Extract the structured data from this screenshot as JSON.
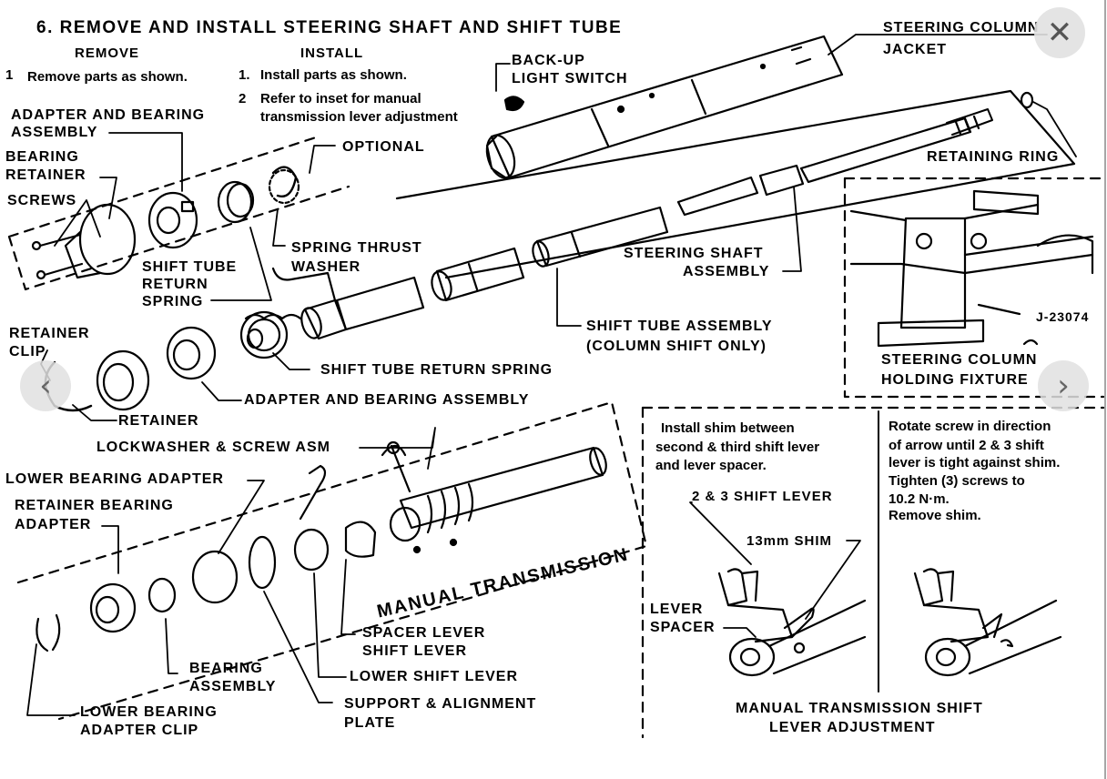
{
  "title": "6.  REMOVE AND INSTALL STEERING SHAFT AND SHIFT TUBE",
  "remove": {
    "heading": "REMOVE",
    "step1_num": "1",
    "step1": "Remove parts as shown."
  },
  "install": {
    "heading": "INSTALL",
    "step1_num": "1.",
    "step1": "Install parts as shown.",
    "step2_num": "2",
    "step2_line1": "Refer to inset for manual",
    "step2_line2": "transmission lever adjustment"
  },
  "labels": {
    "steering_column_jacket_1": "STEERING COLUMN",
    "steering_column_jacket_2": "JACKET",
    "back_up_switch_1": "BACK-UP",
    "back_up_switch_2": "LIGHT SWITCH",
    "retaining_ring": "RETAINING RING",
    "adapter_bearing_1": "ADAPTER AND BEARING",
    "adapter_bearing_2": "ASSEMBLY",
    "bearing_retainer_1": "BEARING",
    "bearing_retainer_2": "RETAINER",
    "screws": "SCREWS",
    "optional": "OPTIONAL",
    "spring_thrust_1": "SPRING THRUST",
    "spring_thrust_2": "WASHER",
    "shift_tube_return_1": "SHIFT TUBE",
    "shift_tube_return_2": "RETURN",
    "shift_tube_return_3": "SPRING",
    "steering_shaft_1": "STEERING SHAFT",
    "steering_shaft_2": "ASSEMBLY",
    "shift_tube_asm_1": "SHIFT TUBE ASSEMBLY",
    "shift_tube_asm_2": "(COLUMN SHIFT ONLY)",
    "retainer_clip_1": "RETAINER",
    "retainer_clip_2": "CLIP",
    "shift_tube_return_spring": "SHIFT TUBE RETURN SPRING",
    "adapter_bearing_asm": "ADAPTER AND BEARING ASSEMBLY",
    "retainer": "RETAINER",
    "lockwasher": "LOCKWASHER & SCREW ASM",
    "lower_bearing_adapter": "LOWER BEARING ADAPTER",
    "retainer_bearing_1": "RETAINER BEARING",
    "retainer_bearing_2": "ADAPTER",
    "manual_transmission": "MANUAL TRANSMISSION",
    "spacer_lever_1": "SPACER LEVER",
    "spacer_lever_2": "SHIFT LEVER",
    "lower_shift_lever": "LOWER SHIFT LEVER",
    "bearing_assembly_1": "BEARING",
    "bearing_assembly_2": "ASSEMBLY",
    "support_plate_1": "SUPPORT & ALIGNMENT",
    "support_plate_2": "PLATE",
    "lower_bearing_clip_1": "LOWER BEARING",
    "lower_bearing_clip_2": "ADAPTER CLIP",
    "tool_number": "J-23074",
    "holding_fixture_1": "STEERING COLUMN",
    "holding_fixture_2": "HOLDING FIXTURE"
  },
  "inset": {
    "left_note_1": "Install shim between",
    "left_note_2": "second & third shift lever",
    "left_note_3": "and lever spacer.",
    "right_note_1": "Rotate screw in direction",
    "right_note_2": "of arrow until 2 & 3 shift",
    "right_note_3": "lever is tight against shim.",
    "right_note_4": "Tighten (3) screws to",
    "right_note_5": "10.2 N·m.",
    "right_note_6": "Remove shim.",
    "shift_lever_23": "2 & 3 SHIFT LEVER",
    "shim": "13mm SHIM",
    "lever_spacer_1": "LEVER",
    "lever_spacer_2": "SPACER",
    "caption_1": "MANUAL TRANSMISSION SHIFT",
    "caption_2": "LEVER ADJUSTMENT"
  },
  "viewer": {
    "close_glyph": "✕",
    "prev_glyph": "‹",
    "next_glyph": "›"
  }
}
